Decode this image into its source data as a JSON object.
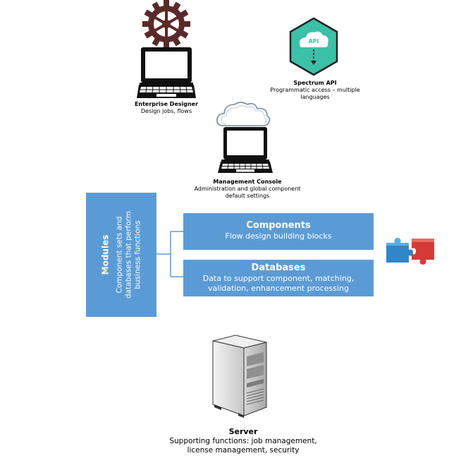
{
  "enterprise_designer": {
    "title": "Enterprise Designer",
    "desc": "Design jobs, flows"
  },
  "spectrum_api": {
    "badge": "API",
    "title": "Spectrum API",
    "desc_line1": "Programmatic access – multiple",
    "desc_line2": "languages"
  },
  "management_console": {
    "title": "Management Console",
    "desc_line1": "Administration and global component",
    "desc_line2": "default settings"
  },
  "modules": {
    "title": "Modules",
    "desc_line1": "Component sets and",
    "desc_line2": "databases that perform",
    "desc_line3": "business functions"
  },
  "components": {
    "title": "Components",
    "desc": "Flow design building blocks"
  },
  "databases": {
    "title": "Databases",
    "desc_line1": "Data to support component, matching,",
    "desc_line2": "validation, enhancement processing"
  },
  "server": {
    "title": "Server",
    "desc_line1": "Supporting functions: job management,",
    "desc_line2": "license management, security"
  },
  "colors": {
    "box_blue": "#5b9bd5",
    "gear": "#5a2a2a",
    "api_hex": "#3cc0a8",
    "puzzle_blue": "#2f86c8",
    "puzzle_red": "#d63a36"
  }
}
